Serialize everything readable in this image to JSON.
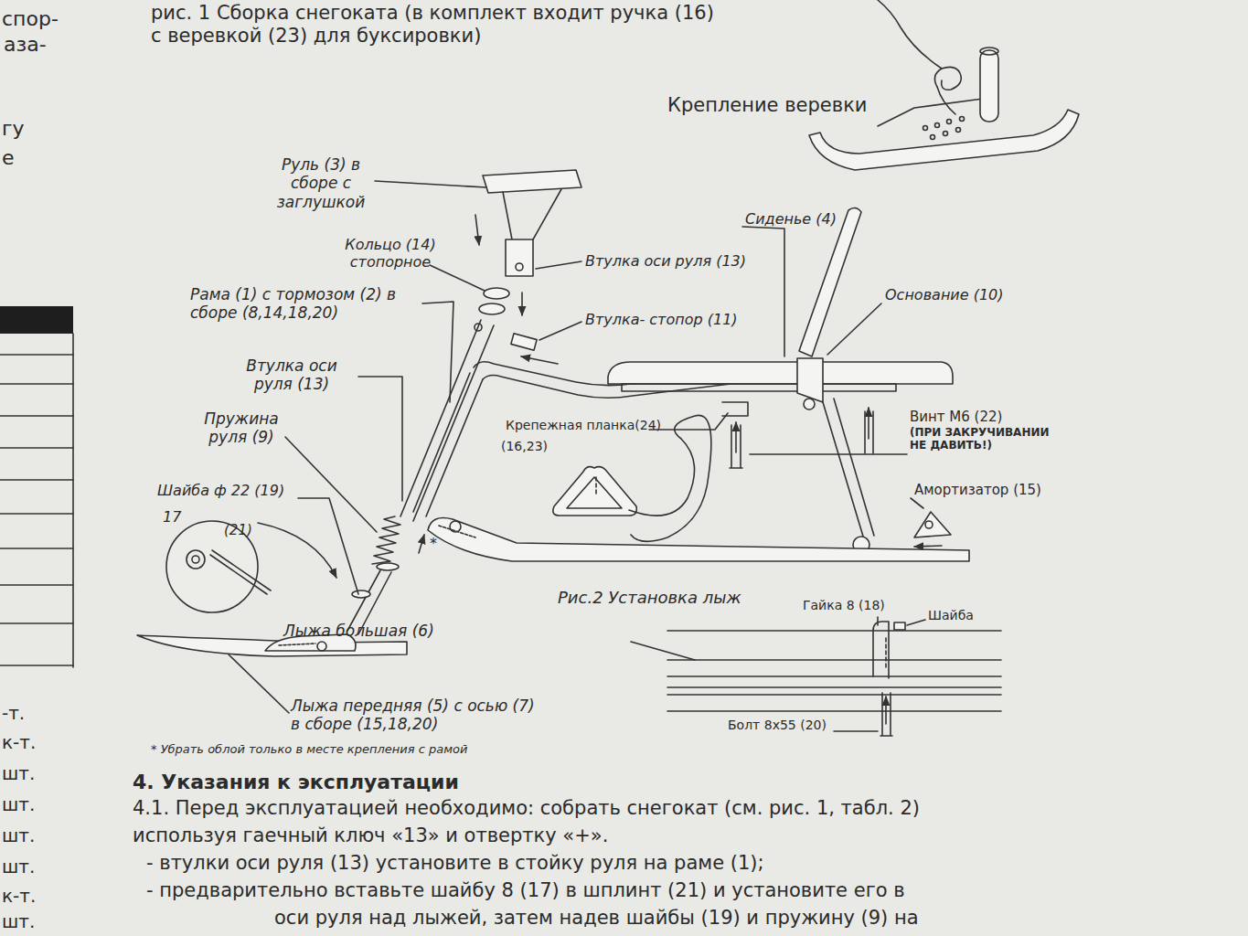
{
  "diagram": {
    "title": "рис. 1 Сборка снегоката (в комплект входит ручка (16) с веревкой (23) для буксировки)",
    "labels": [
      "спор-",
      "аза-",
      "гу",
      "е",
      "Крепление веревки",
      "Руль (3) в сборе с заглушкой",
      "Кольцо (14) стопорное",
      "Втулка оси руля (13)",
      "Рама (1) с тормозом (2) в сборе (8,14,18,20)",
      "Втулка- стопор (11)",
      "Сиденье (4)",
      "Основание (10)",
      "Втулка оси руля (13)",
      "Пружина руля (9)",
      "Крепежная планка(24)",
      "(16,23)",
      "Винт М6 (22)",
      "(ПРИ ЗАКРУЧИВАНИИ НЕ ДАВИТЬ!)",
      "Шайба ф 22 (19)",
      "Амортизатор (15)",
      "17",
      "(21)",
      "*",
      "Рис.2 Установка лыж",
      "Гайка 8 (18)",
      "Шайба",
      "Лыжа большая (6)",
      "Лыжа передняя (5) с осью (7) в сборе (15,18,20)",
      "Болт 8х55 (20)",
      "* Убрать облой только в месте крепления с рамой",
      "4. Указания к эксплуатации",
      "4.1. Перед эксплуатацией необходимо: собрать снегокат (см. рис. 1, табл. 2)",
      "используя гаечный ключ «13» и отвертку «+».",
      "- втулки оси руля (13) установите в стойку руля на раме (1);",
      "- предварительно вставьте шайбу 8 (17) в шплинт (21) и установите его в",
      "оси руля над лыжей, затем надев шайбы (19) и пружину (9) на",
      "-т.",
      "к-т.",
      "шт.",
      "шт.",
      "шт.",
      "шт.",
      "к-т.",
      "шт."
    ]
  }
}
